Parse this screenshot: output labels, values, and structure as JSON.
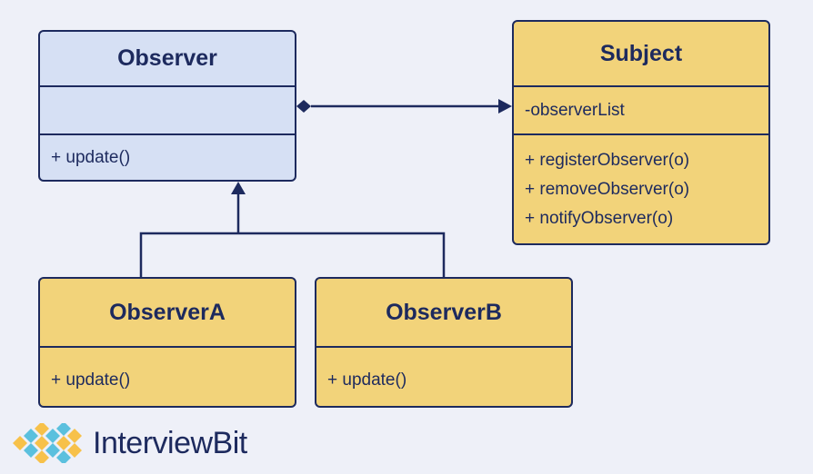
{
  "classes": {
    "observer": {
      "name": "Observer",
      "attributes": "",
      "methods": [
        "+ update()"
      ]
    },
    "subject": {
      "name": "Subject",
      "attributes": "-observerList",
      "methods": [
        "+ registerObserver(o)",
        "+ removeObserver(o)",
        "+ notifyObserver(o)"
      ]
    },
    "observerA": {
      "name": "ObserverA",
      "methods": [
        "+ update()"
      ]
    },
    "observerB": {
      "name": "ObserverB",
      "methods": [
        "+ update()"
      ]
    }
  },
  "relationships": [
    {
      "from": "Observer",
      "to": "Subject",
      "type": "composition"
    },
    {
      "from": "ObserverA",
      "to": "Observer",
      "type": "inheritance"
    },
    {
      "from": "ObserverB",
      "to": "Observer",
      "type": "inheritance"
    }
  ],
  "brand": {
    "name": "InterviewBit"
  },
  "colors": {
    "line": "#1d2a5e",
    "yellow_fill": "#f2d37a",
    "blue_fill": "#d6e0f4",
    "background": "#eef0f8"
  }
}
